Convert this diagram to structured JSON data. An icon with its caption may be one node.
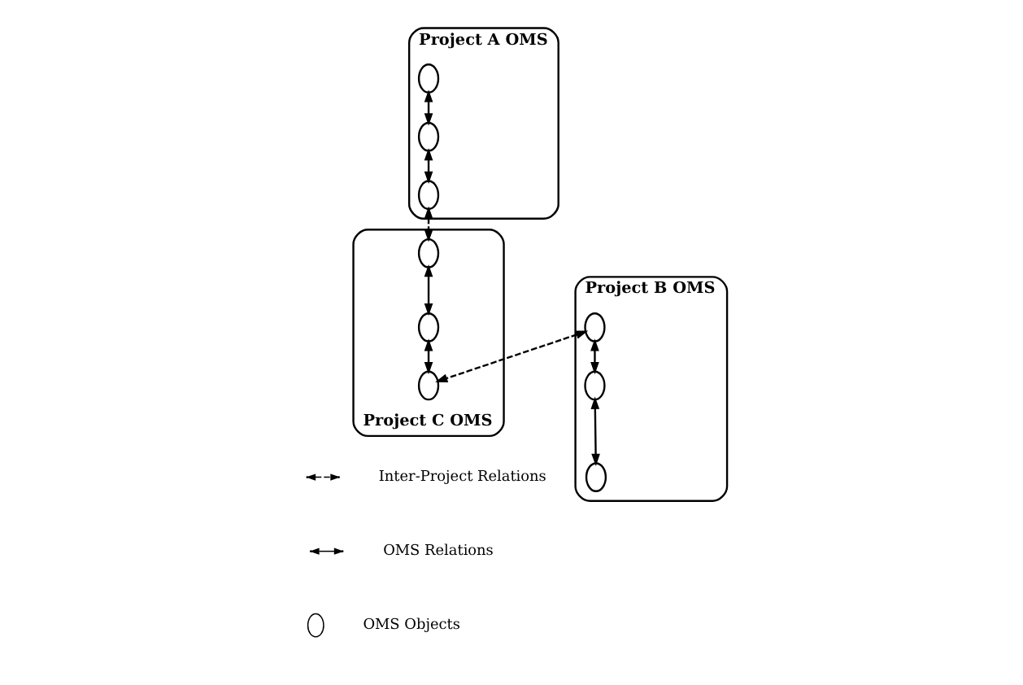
{
  "diagram": {
    "nodes": [
      {
        "text": [
          "Project A OMS"
        ]
      },
      {
        "text": [],
        "shape": "ellipse",
        "in": 0
      },
      {
        "text": [],
        "shape": "ellipse",
        "in": 0
      },
      {
        "text": [],
        "shape": "ellipse",
        "in": 0
      },
      {
        "text": [
          "Project B OMS"
        ]
      },
      {
        "text": [],
        "shape": "ellipse",
        "in": 4
      },
      {
        "text": [],
        "shape": "ellipse",
        "in": 4
      },
      {
        "text": [],
        "shape": "ellipse",
        "in": 4
      },
      {
        "text": [
          "Project C OMS"
        ]
      },
      {
        "text": [],
        "shape": "ellipse",
        "in": 8
      },
      {
        "text": [],
        "shape": "ellipse",
        "in": 8
      },
      {
        "text": [],
        "shape": "ellipse",
        "in": 8
      }
    ],
    "edges": [
      {
        "from": 1,
        "to": 2,
        "arrow": "both"
      },
      {
        "from": 2,
        "to": 3,
        "arrow": "both"
      },
      {
        "from": 5,
        "to": 6,
        "arrow": "both"
      },
      {
        "from": 6,
        "to": 7,
        "arrow": "both"
      },
      {
        "from": 9,
        "to": 10,
        "arrow": "both"
      },
      {
        "from": 10,
        "to": 11,
        "arrow": "both"
      },
      {
        "from": 3,
        "to": 9,
        "arrow": "both",
        "style": "dashed"
      },
      {
        "from": 5,
        "to": 11,
        "arrow": "both",
        "style": "dashed"
      }
    ],
    "legend": [
      {
        "text": "Inter-Project Relations"
      },
      {
        "text": "OMS Relations"
      },
      {
        "text": "OMS Objects"
      }
    ]
  }
}
